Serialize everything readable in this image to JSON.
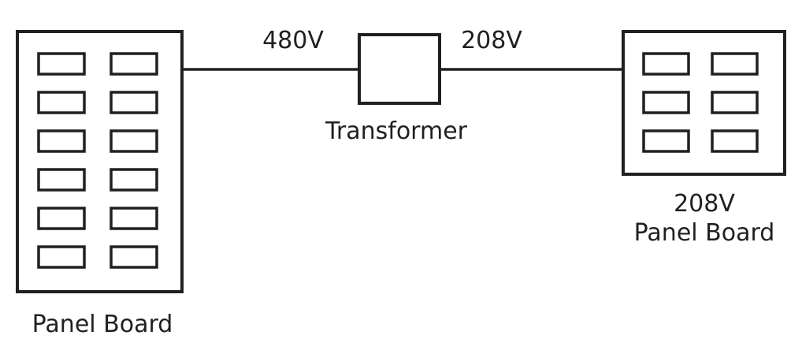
{
  "labels": {
    "left_voltage": "480V",
    "right_voltage": "208V",
    "transformer": "Transformer",
    "left_panel": "Panel Board",
    "right_panel_voltage": "208V",
    "right_panel": "Panel Board"
  },
  "left_panel": {
    "rows": 6,
    "columns": 2
  },
  "right_panel": {
    "rows": 3,
    "columns": 2
  }
}
